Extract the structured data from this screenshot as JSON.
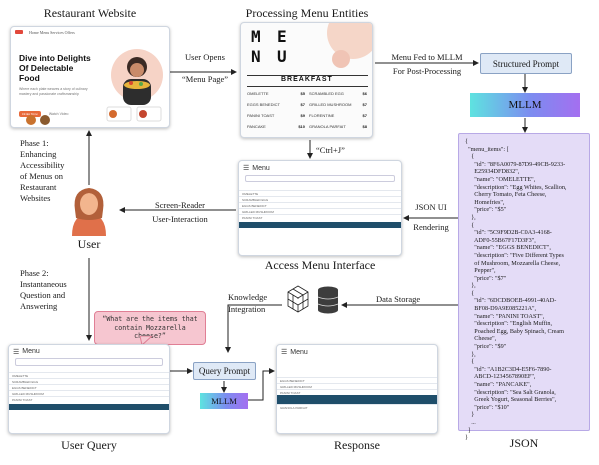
{
  "labels": {
    "restaurant_website": "Restaurant Website",
    "processing_menu_entities": "Processing Menu Entities",
    "user_opens": "User Opens",
    "menu_page": "“Menu Page”",
    "menu_fed_line1": "Menu Fed to MLLM",
    "menu_fed_line2": "For Post-Processing",
    "structured_prompt": "Structured Prompt",
    "mllm": "MLLM",
    "ctrl_j": "“Ctrl+J”",
    "json_ui": "JSON UI",
    "rendering": "Rendering",
    "screen_reader": "Screen-Reader",
    "user_interaction": "User-Interaction",
    "user": "User",
    "access_menu_interface": "Access Menu Interface",
    "phase1": "Phase 1:",
    "phase1_desc": [
      "Enhancing",
      "Accessibility",
      "of Menus on",
      "Restaurant",
      "Websites"
    ],
    "phase2": "Phase 2:",
    "phase2_desc": [
      "Instantaneous",
      "Question and",
      "Answering"
    ],
    "knowledge": "Knowledge",
    "integration": "Integration",
    "data_storage": "Data Storage",
    "query_prompt": "Query Prompt",
    "mllm_small": "MLLM",
    "user_query": "User Query",
    "response": "Response",
    "json": "JSON",
    "bubble_text": "“What are the items that contain Mozzarella cheese?”"
  },
  "website": {
    "nav": "Home  Menu  Services  Offers",
    "headline1": "Dive into Delights",
    "headline2": "Of Delectable Food",
    "blurb": "Where each plate weaves a story of culinary mastery and passionate craftsmanship",
    "order_btn": "Order Now",
    "watch_btn": "Watch Video"
  },
  "menu_card": {
    "letters": [
      "M",
      "E",
      "N",
      "U"
    ],
    "heading": "BREAKFAST",
    "left_items": [
      {
        "name": "OMELETTE",
        "price": "$5"
      },
      {
        "name": "EGGS BENEDICT",
        "price": "$7"
      },
      {
        "name": "PANINI TOAST",
        "price": "$9"
      },
      {
        "name": "PANCAKE",
        "price": "$10"
      }
    ],
    "right_items": [
      {
        "name": "SCRAMBLED EGG",
        "price": "$6"
      },
      {
        "name": "GRILLED MUSHROOM",
        "price": "$7"
      },
      {
        "name": "FLORENTINE",
        "price": "$7"
      },
      {
        "name": "GRANOLA PARFAIT",
        "price": "$8"
      }
    ]
  },
  "ui_mock": {
    "title": "Menu",
    "rows": [
      "OMELETTE",
      "SCRAMBLED EGG",
      "EGGS BENEDICT",
      "GRILLED MUSHROOM",
      "PANINI TOAST"
    ],
    "rows_short": [
      "OMELETTE",
      "SCRAMBLED EGG",
      "EGGS BENEDICT",
      "GRILLED MUSHROOM",
      "PANINI TOAST"
    ],
    "response_rows": [
      "EGGS BENEDICT",
      "GRILLED MUSHROOM",
      "PANINI TOAST",
      "GRANOLA PARFAIT"
    ]
  },
  "json_text": "{\n  \"menu_items\": [\n    {\n      \"id\": \"8F6A0079-87D9-49CB-9233-\n      E25934DFD832\",\n      \"name\": \"OMELETTE\",\n      \"description\": \"Egg Whites, Scallion,\n      Cherry Tomato, Feta Cheese,\n      Homefries\",\n      \"price\": \"$5\"\n    },\n    {\n      \"id\": \"5C9F9D2B-C0A3-4168-\n      ADF0-55B67F17D3F3\",\n      \"name\": \"EGGS BENEDICT\",\n      \"description\": \"Five Different Types\n      of Mushroom, Mozzarella Cheese,\n      Pepper\",\n      \"price\": \"$7\"\n    },\n    {\n      \"id\": \"6DCDBOEB-4991-40AD-\n      BF08-D9A9E085221A\",\n      \"name\": \"PANINI TOAST\",\n      \"description\": \"English Muffin,\n      Poached Egg, Baby Spinach, Cream\n      Cheese\",\n      \"price\": \"$9\"\n    },\n    {\n      \"id\": \"A1B2C3D4-E5F6-7890-\n      ABCD-1234567890EF\",\n      \"name\": \"PANCAKE\",\n      \"description\": \"Sea Salt Granola,\n      Greek Yogurt, Seasonal Berries\",\n      \"price\": \"$10\"\n    }\n    ...\n  ]\n}",
  "colors": {
    "arrow": "#222222",
    "prompt_fill": "#dfe9f6",
    "json_fill": "#e4dcf7",
    "bubble_fill": "#f6c6d0",
    "user_skin": "#f2b58e",
    "user_hair": "#b2603a",
    "user_shirt": "#e0704a"
  }
}
